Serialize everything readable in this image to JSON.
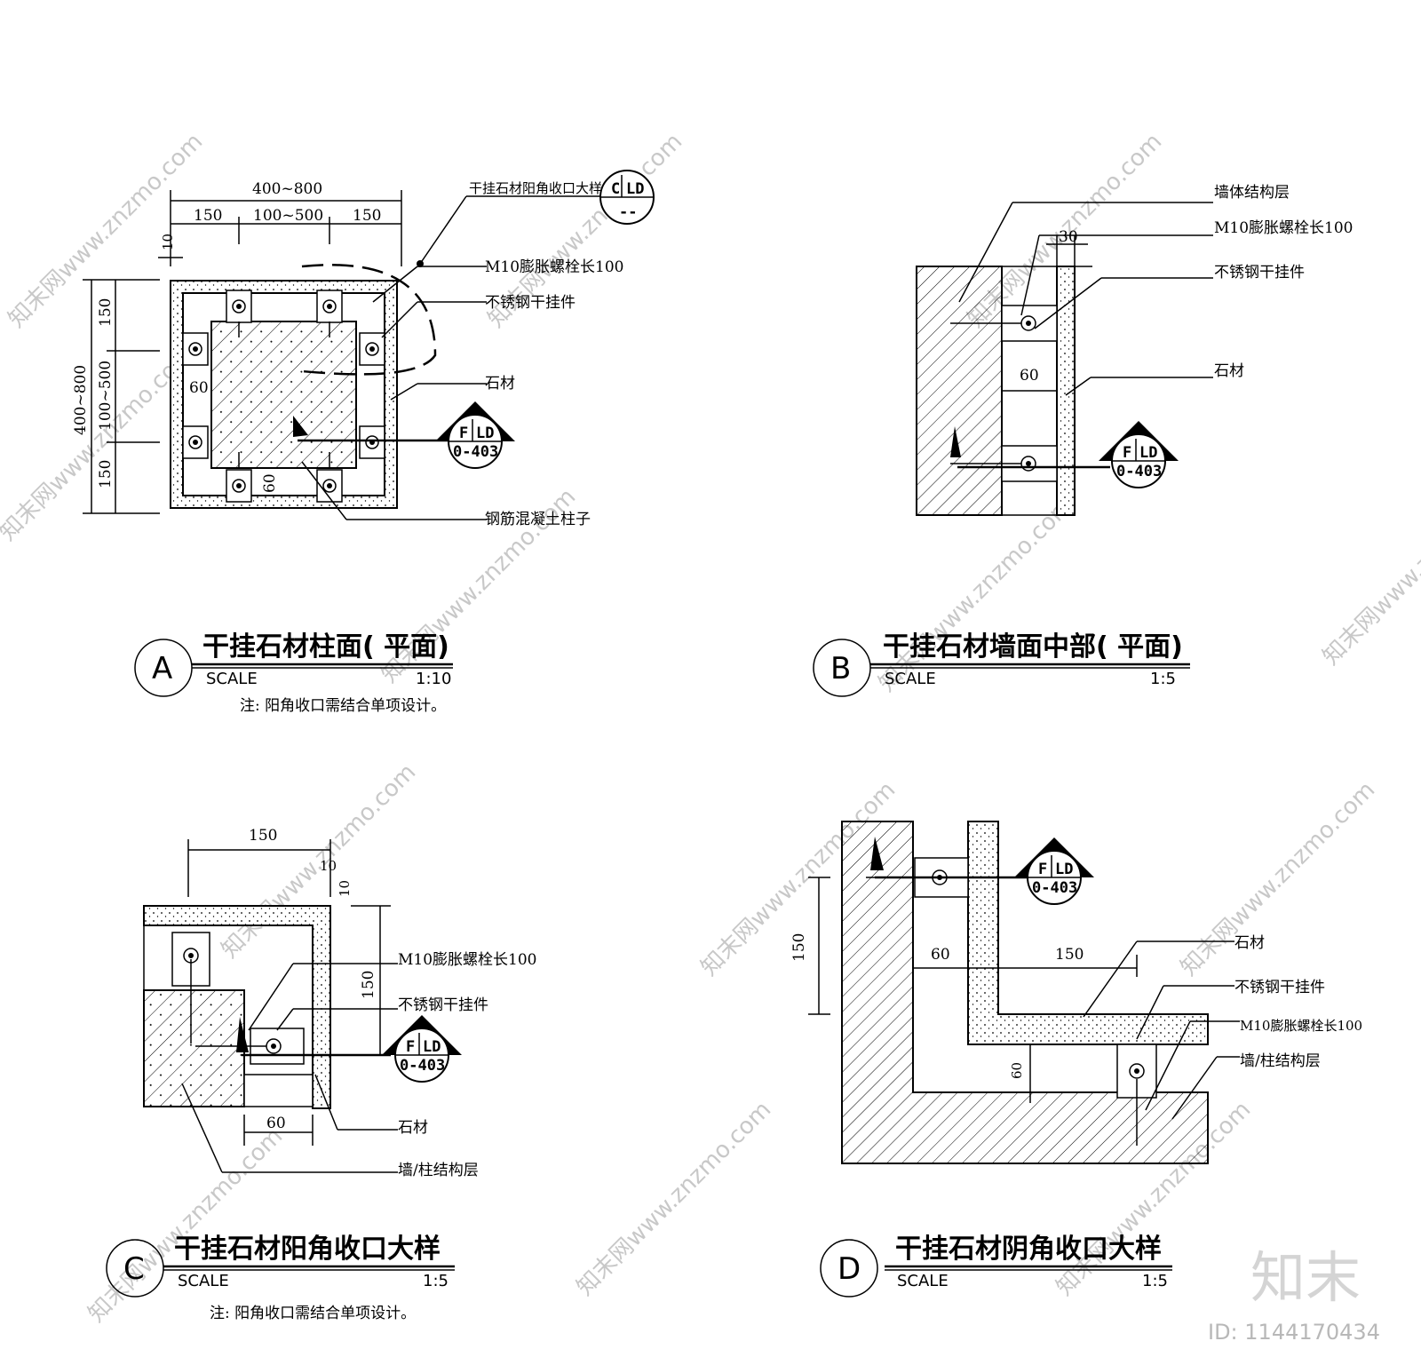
{
  "panels": {
    "a": {
      "letter": "A",
      "title": "干挂石材柱面( 平面)",
      "scale_label": "SCALE",
      "scale_value": "1:10",
      "note": "注:  阳角收口需结合单项设计。",
      "dims": {
        "overall_w": "400~800",
        "w_left": "150",
        "w_mid": "100~500",
        "w_right": "150",
        "gap": "10",
        "overall_h": "400~800",
        "h_top": "150",
        "h_mid": "100~500",
        "h_bot": "150",
        "inner_a": "60",
        "inner_b": "60"
      },
      "labels": {
        "ref_title": "干挂石材阳角收口大样",
        "bolt": "M10膨胀螺栓长100",
        "bracket": "不锈钢干挂件",
        "stone": "石材",
        "column": "钢筋混凝土柱子"
      },
      "ref_tag": {
        "top_left": "C",
        "top_right": "LD",
        "bottom": "--"
      },
      "section_tag": {
        "top_left": "F",
        "top_right": "LD",
        "bottom": "0-403"
      }
    },
    "b": {
      "letter": "B",
      "title": "干挂石材墙面中部( 平面)",
      "scale_label": "SCALE",
      "scale_value": "1:5",
      "dims": {
        "top": "30",
        "mid": "60"
      },
      "labels": {
        "wall": "墙体结构层",
        "bolt": "M10膨胀螺栓长100",
        "bracket": "不锈钢干挂件",
        "stone": "石材"
      },
      "section_tag": {
        "top_left": "F",
        "top_right": "LD",
        "bottom": "0-403"
      }
    },
    "c": {
      "letter": "C",
      "title": "干挂石材阳角收口大样",
      "scale_label": "SCALE",
      "scale_value": "1:5",
      "note": "注:  阳角收口需结合单项设计。",
      "dims": {
        "top": "150",
        "gap_a": "10",
        "gap_b": "10",
        "side": "150",
        "bottom": "60"
      },
      "labels": {
        "bolt": "M10膨胀螺栓长100",
        "bracket": "不锈钢干挂件",
        "stone": "石材",
        "wall": "墙/柱结构层"
      },
      "section_tag": {
        "top_left": "F",
        "top_right": "LD",
        "bottom": "0-403"
      }
    },
    "d": {
      "letter": "D",
      "title": "干挂石材阴角收口大样",
      "scale_label": "SCALE",
      "scale_value": "1:5",
      "dims": {
        "left": "150",
        "mid_a": "60",
        "mid_b": "150",
        "low": "60"
      },
      "labels": {
        "stone": "石材",
        "bracket": "不锈钢干挂件",
        "bolt": "M10膨胀螺栓长100",
        "wall": "墙/柱结构层"
      },
      "section_tag": {
        "top_left": "F",
        "top_right": "LD",
        "bottom": "0-403"
      }
    }
  },
  "watermark": {
    "text": "知末网www.znzmo.com",
    "logo": "知末",
    "id": "ID: 1144170434"
  }
}
